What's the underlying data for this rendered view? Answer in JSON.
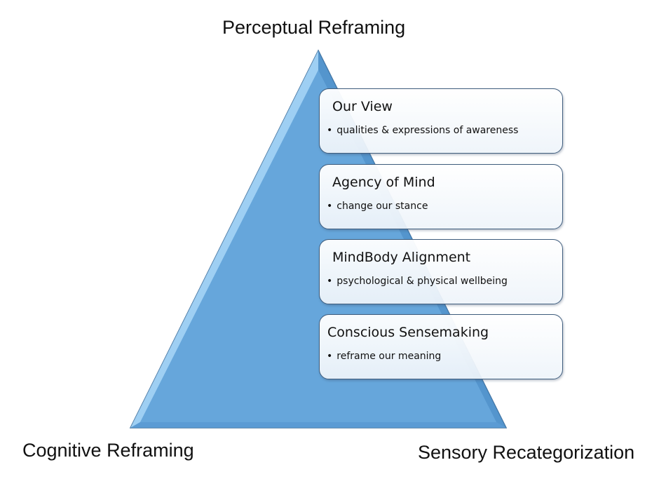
{
  "diagram": {
    "type": "pyramid-with-list",
    "colors": {
      "pyramid_fill": "#66a6db",
      "pyramid_edge": "#3f6f9c",
      "box_border": "#3f5d7d"
    },
    "corner_labels": {
      "top": "Perceptual Reframing",
      "bottom_left": "Cognitive Reframing",
      "bottom_right": "Sensory Recategorization"
    },
    "levels": [
      {
        "title": "Our View",
        "bullet": "qualities & expressions of awareness"
      },
      {
        "title": "Agency of Mind",
        "bullet": "change our stance"
      },
      {
        "title": "MindBody Alignment",
        "bullet": "psychological & physical wellbeing"
      },
      {
        "title": "Conscious Sensemaking",
        "bullet": "reframe our meaning"
      }
    ],
    "bullet_glyph": "•"
  }
}
